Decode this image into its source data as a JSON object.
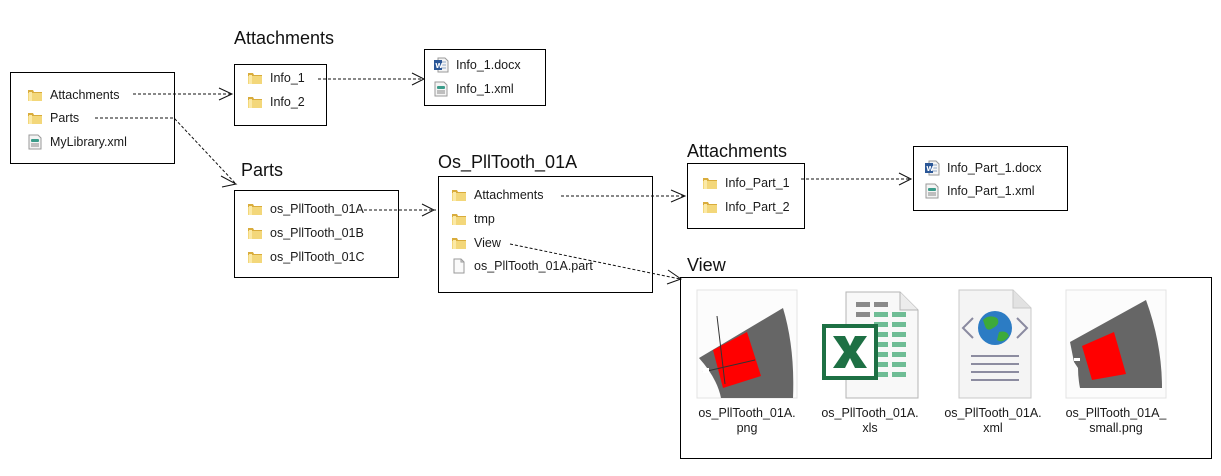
{
  "root": {
    "items": [
      {
        "label": "Attachments",
        "icon": "folder-icon"
      },
      {
        "label": "Parts",
        "icon": "folder-icon"
      },
      {
        "label": "MyLibrary.xml",
        "icon": "xml-file-icon"
      }
    ]
  },
  "attachments": {
    "title": "Attachments",
    "items": [
      {
        "label": "Info_1",
        "icon": "folder-icon"
      },
      {
        "label": "Info_2",
        "icon": "folder-icon"
      }
    ]
  },
  "info1": {
    "items": [
      {
        "label": "Info_1.docx",
        "icon": "word-file-icon"
      },
      {
        "label": "Info_1.xml",
        "icon": "xml-file-icon"
      }
    ]
  },
  "parts": {
    "title": "Parts",
    "items": [
      {
        "label": "os_PllTooth_01A",
        "icon": "folder-icon"
      },
      {
        "label": "os_PllTooth_01B",
        "icon": "folder-icon"
      },
      {
        "label": "os_PllTooth_01C",
        "icon": "folder-icon"
      }
    ]
  },
  "part01a": {
    "title": "Os_PllTooth_01A",
    "items": [
      {
        "label": "Attachments",
        "icon": "folder-icon"
      },
      {
        "label": "tmp",
        "icon": "folder-icon"
      },
      {
        "label": "View",
        "icon": "folder-icon"
      },
      {
        "label": "os_PllTooth_01A.part",
        "icon": "blank-file-icon"
      }
    ]
  },
  "part_attachments": {
    "title": "Attachments",
    "items": [
      {
        "label": "Info_Part_1",
        "icon": "folder-icon"
      },
      {
        "label": "Info_Part_2",
        "icon": "folder-icon"
      }
    ]
  },
  "info_part1": {
    "items": [
      {
        "label": "Info_Part_1.docx",
        "icon": "word-file-icon"
      },
      {
        "label": "Info_Part_1.xml",
        "icon": "xml-file-icon"
      }
    ]
  },
  "view": {
    "title": "View",
    "tiles": [
      {
        "line1": "os_PllTooth_01A.",
        "line2": "png",
        "icon": "png-thumbnail-icon"
      },
      {
        "line1": "os_PllTooth_01A.",
        "line2": "xls",
        "icon": "excel-file-icon"
      },
      {
        "line1": "os_PllTooth_01A.",
        "line2": "xml",
        "icon": "xml-web-file-icon"
      },
      {
        "line1": "os_PllTooth_01A_",
        "line2": "small.png",
        "icon": "png-thumbnail-icon"
      }
    ]
  },
  "colors": {
    "folder": "#e8c85a",
    "tooth_gray": "#666666",
    "tooth_red": "#ff0000",
    "excel_green": "#1d7044",
    "word_blue": "#2b5797"
  }
}
